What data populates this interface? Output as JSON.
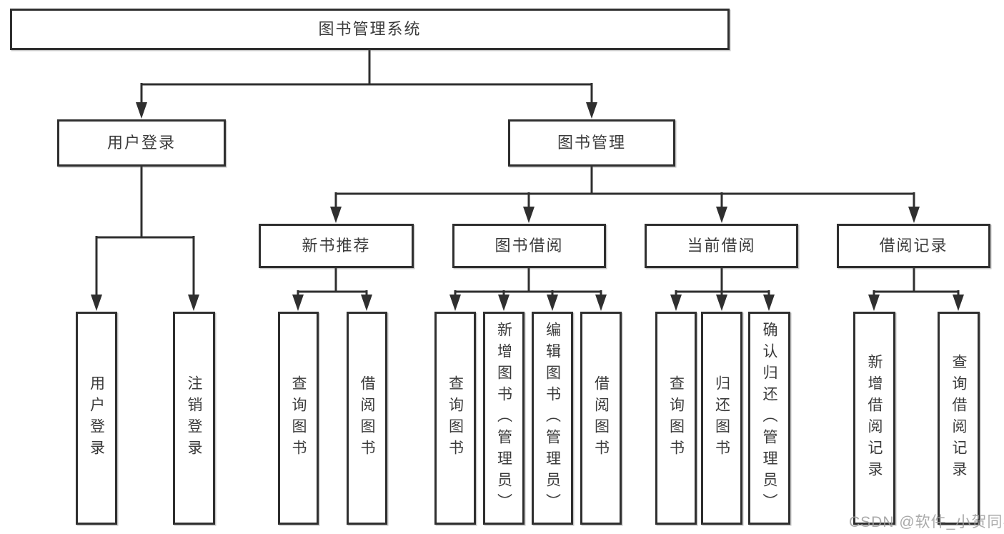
{
  "tree": {
    "label": "图书管理系统",
    "children": [
      {
        "label": "用户登录",
        "children": [
          {
            "label": "用户登录"
          },
          {
            "label": "注销登录"
          }
        ]
      },
      {
        "label": "图书管理",
        "children": [
          {
            "label": "新书推荐",
            "children": [
              {
                "label": "查询图书"
              },
              {
                "label": "借阅图书"
              }
            ]
          },
          {
            "label": "图书借阅",
            "children": [
              {
                "label": "查询图书"
              },
              {
                "label": "新增图书（管理员）"
              },
              {
                "label": "编辑图书（管理员）"
              },
              {
                "label": "借阅图书"
              }
            ]
          },
          {
            "label": "当前借阅",
            "children": [
              {
                "label": "查询图书"
              },
              {
                "label": "归还图书"
              },
              {
                "label": "确认归还（管理员）"
              }
            ]
          },
          {
            "label": "借阅记录",
            "children": [
              {
                "label": "新增借阅记录"
              },
              {
                "label": "查询借阅记录"
              }
            ]
          }
        ]
      }
    ]
  },
  "watermark": {
    "text": "CSDN @软件_小贺同学"
  },
  "colors": {
    "line": "#2f2f2f",
    "box_border": "#2f2f2f",
    "box_fill": "#ffffff",
    "text": "#3b3b3b",
    "watermark": "#9e9e9e",
    "background": "#ffffff"
  }
}
